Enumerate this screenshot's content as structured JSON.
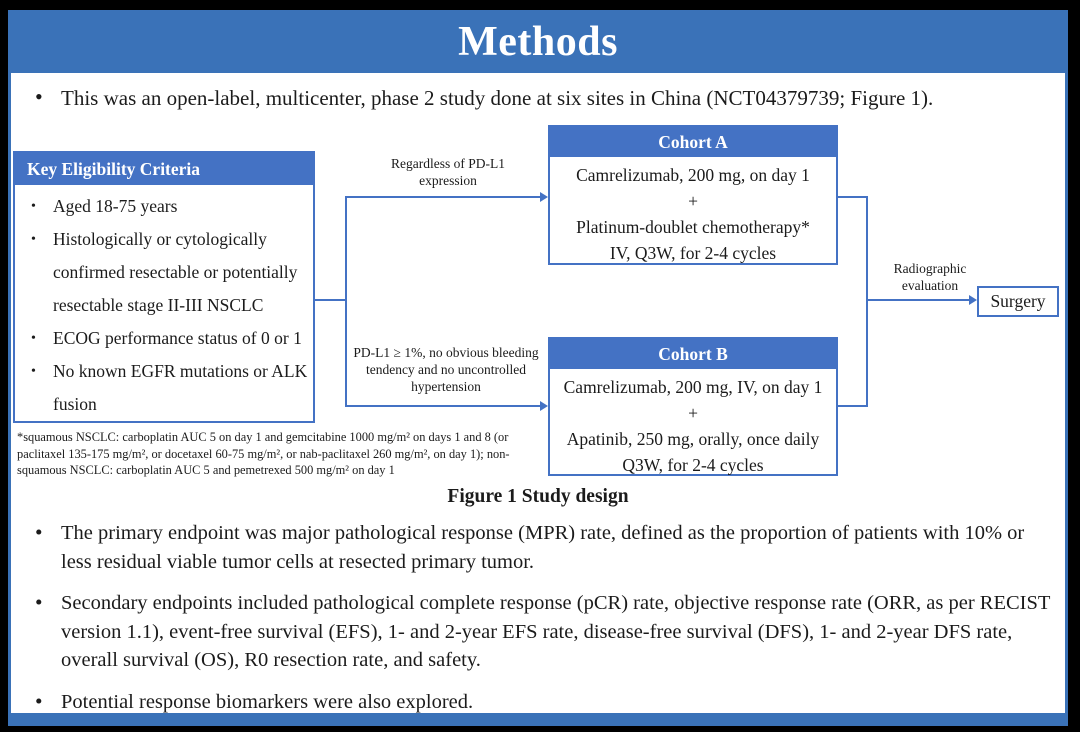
{
  "slide": {
    "title": "Methods",
    "intro_bullet": "This was an open-label, multicenter, phase 2 study done at six sites in China (NCT04379739; Figure 1).",
    "endpoint_bullets": [
      "The primary endpoint was major pathological response (MPR) rate, defined as the proportion of patients with 10% or less residual viable tumor cells at resected primary tumor.",
      "Secondary endpoints included pathological complete response (pCR) rate, objective response rate (ORR, as per RECIST version 1.1), event-free survival (EFS), 1- and 2-year EFS rate, disease-free survival (DFS), 1- and 2-year DFS rate, overall survival (OS), R0 resection rate, and safety.",
      "Potential response biomarkers were also explored."
    ]
  },
  "figure": {
    "caption": "Figure 1 Study design",
    "eligibility_box": {
      "header": "Key Eligibility Criteria",
      "items": [
        "Aged 18-75 years",
        "Histologically or cytologically confirmed resectable or potentially resectable stage II-III NSCLC",
        "ECOG performance status of 0 or 1",
        "No known EGFR mutations or ALK fusion"
      ]
    },
    "branch_labels": {
      "to_cohort_a": "Regardless of PD-L1 expression",
      "to_cohort_b": "PD-L1 ≥ 1%, no obvious bleeding tendency and no uncontrolled hypertension"
    },
    "cohort_a": {
      "header": "Cohort A",
      "lines": [
        "Camrelizumab, 200 mg, on day 1",
        "+",
        "Platinum-doublet chemotherapy*",
        "IV, Q3W, for 2-4 cycles"
      ]
    },
    "cohort_b": {
      "header": "Cohort B",
      "lines": [
        "Camrelizumab, 200 mg, IV, on day 1",
        "+",
        "Apatinib, 250 mg, orally, once daily",
        "Q3W, for 2-4 cycles"
      ]
    },
    "radiographic_label": "Radiographic evaluation",
    "surgery_label": "Surgery",
    "footnote": "*squamous NSCLC: carboplatin AUC 5 on day 1 and gemcitabine 1000 mg/m² on days 1 and 8 (or paclitaxel 135-175 mg/m², or docetaxel 60-75 mg/m², or nab-paclitaxel 260 mg/m², on day 1); non-squamous NSCLC: carboplatin AUC 5 and pemetrexed 500 mg/m² on day 1"
  },
  "colors": {
    "title_bar_blue": "#3a72b8",
    "box_header_blue": "#4472c4",
    "connector_blue": "#4472c4",
    "body_text": "#1b1b1b"
  }
}
